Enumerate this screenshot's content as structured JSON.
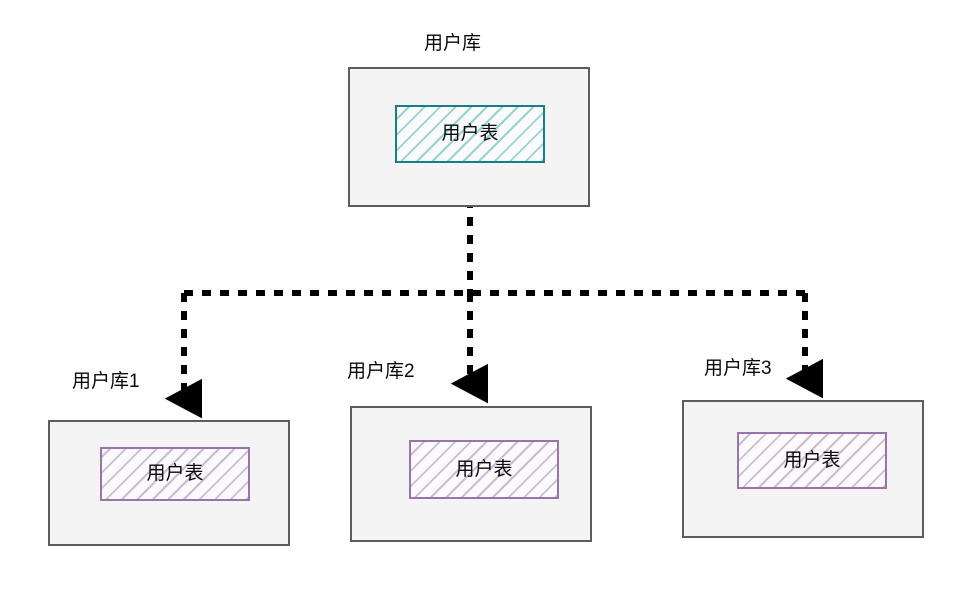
{
  "diagram": {
    "title_node": {
      "label": "用户库",
      "table_label": "用户表",
      "table_style": "teal-hatched"
    },
    "children": [
      {
        "label": "用户库1",
        "table_label": "用户表",
        "table_style": "purple-hatched"
      },
      {
        "label": "用户库2",
        "table_label": "用户表",
        "table_style": "purple-hatched"
      },
      {
        "label": "用户库3",
        "table_label": "用户表",
        "table_style": "purple-hatched"
      }
    ],
    "colors": {
      "container_border": "#5c5c60",
      "container_fill": "#f4f4f4",
      "teal_border": "#177f82",
      "teal_hatch": "#82cdd2",
      "purple_border": "#9a73ad",
      "purple_hatch": "#b08fc1",
      "edge": "#000000",
      "text": "#0a0a0a",
      "page_background": "#ffffff"
    },
    "edge_style": "dashed-with-arrowheads"
  }
}
